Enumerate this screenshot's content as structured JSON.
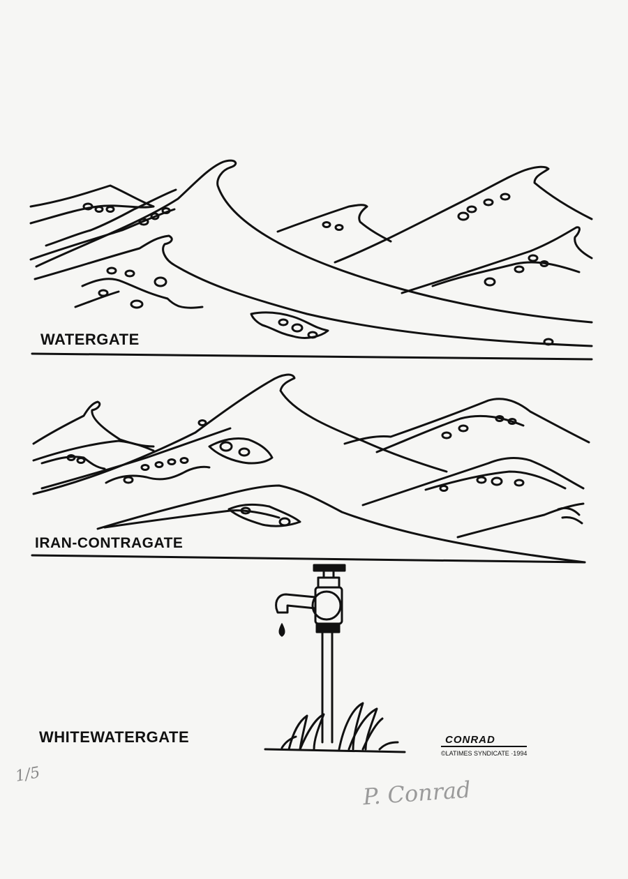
{
  "panels": [
    {
      "caption": "WATERGATE"
    },
    {
      "caption": "IRAN-CONTRAGATE"
    },
    {
      "caption": "WHITEWATERGATE"
    }
  ],
  "artist_mark": {
    "name": "CONRAD",
    "copyright": "©LATIMES SYNDICATE ·1994"
  },
  "edition_number": "1/5",
  "pencil_signature": "P. Conrad",
  "colors": {
    "paper": "#f6f6f4",
    "ink": "#111111",
    "pencil": "#9a9a9a"
  }
}
